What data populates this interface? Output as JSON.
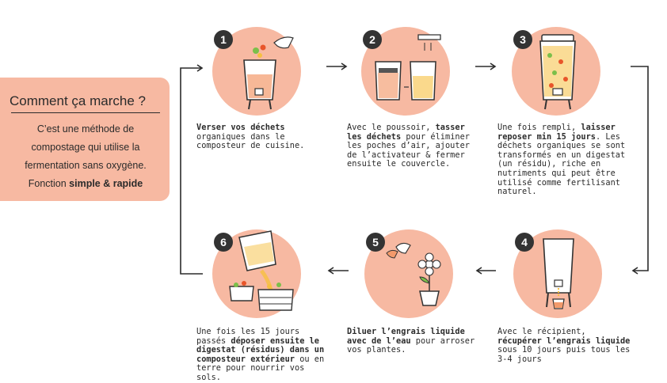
{
  "intro": {
    "title": "Comment ça marche ?",
    "line1": "C’est une méthode de",
    "line2": "compostage qui utilise la",
    "line3": "fermentation sans oxygène.",
    "line4_prefix": "Fonction ",
    "line4_bold": "simple & rapide"
  },
  "steps": [
    {
      "number": "1",
      "parts": [
        {
          "b": "Verser vos déchets"
        },
        {
          "t": " organiques dans le composteur de cuisine."
        }
      ]
    },
    {
      "number": "2",
      "parts": [
        {
          "t": "Avec le poussoir, "
        },
        {
          "b": "tasser les déchets"
        },
        {
          "t": " pour éliminer les poches d’air, ajouter de l’activateur & fermer ensuite le couvercle."
        }
      ]
    },
    {
      "number": "3",
      "parts": [
        {
          "t": "Une fois rempli, "
        },
        {
          "b": "laisser reposer min 15 jours"
        },
        {
          "t": ". Les déchets organiques se sont transformés en un digestat (un résidu), riche en nutriments qui peut être utilisé comme fertilisant naturel."
        }
      ]
    },
    {
      "number": "4",
      "parts": [
        {
          "t": "Avec le récipient, "
        },
        {
          "b": "récupérer l’engrais liquide"
        },
        {
          "t": " sous 10 jours puis tous les 3-4 jours"
        }
      ]
    },
    {
      "number": "5",
      "parts": [
        {
          "b": "Diluer l’engrais liquide avec de l’eau"
        },
        {
          "t": " pour arroser vos plantes."
        }
      ]
    },
    {
      "number": "6",
      "parts": [
        {
          "t": "Une fois les 15 jours passés "
        },
        {
          "b": "déposer ensuite le digestat (résidus) dans un composteur extérieur"
        },
        {
          "t": " ou en terre pour nourrir vos sols."
        }
      ]
    }
  ],
  "colors": {
    "circle": "#f7b9a2",
    "badge": "#333333",
    "accent": "#e8552a"
  }
}
